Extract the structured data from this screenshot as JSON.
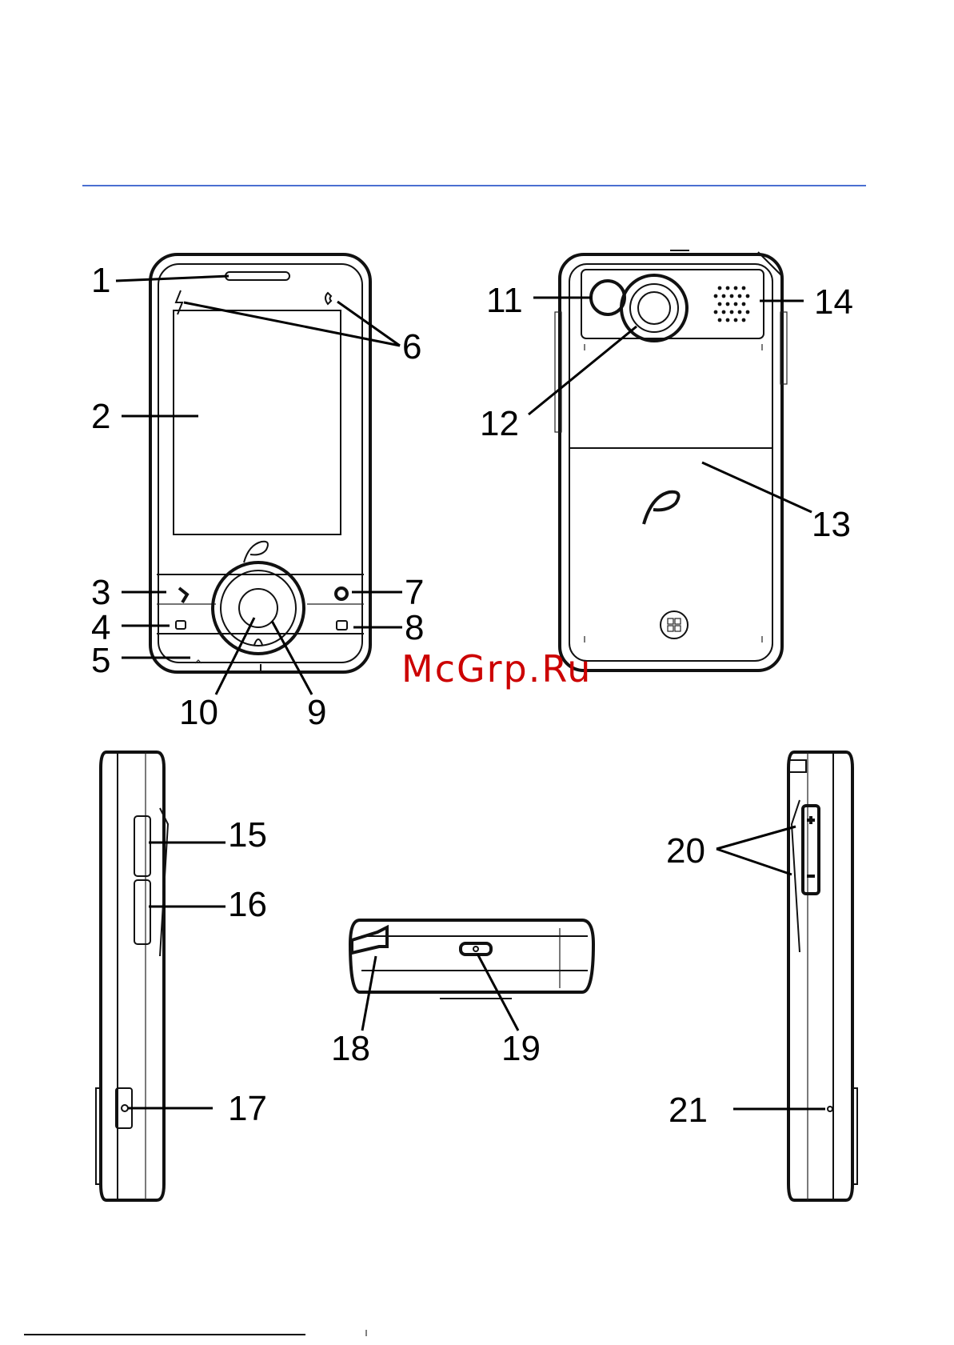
{
  "watermark": "McGrp.Ru",
  "callouts": {
    "c1": "1",
    "c2": "2",
    "c3": "3",
    "c4": "4",
    "c5": "5",
    "c6": "6",
    "c7": "7",
    "c8": "8",
    "c9": "9",
    "c10": "10",
    "c11": "11",
    "c12": "12",
    "c13": "13",
    "c14": "14",
    "c15": "15",
    "c16": "16",
    "c17": "17",
    "c18": "18",
    "c19": "19",
    "c20": "20",
    "c21": "21"
  },
  "colors": {
    "rule": "#4a6fd1",
    "watermark": "#cc0000",
    "line": "#111111"
  },
  "icons": {
    "front": [
      "speaker",
      "screen",
      "call-key",
      "windows-key",
      "mic",
      "flash-led",
      "phone-led",
      "ie-key",
      "ok-key",
      "nav-ring",
      "center-button"
    ],
    "back": [
      "mirror",
      "camera-lens",
      "loudspeaker-grille",
      "battery-cover",
      "windows-logo"
    ],
    "sides": [
      "camera-key",
      "comm-key",
      "reset-hole",
      "stylus",
      "usb-port",
      "volume-rocker",
      "strap-hole"
    ]
  }
}
